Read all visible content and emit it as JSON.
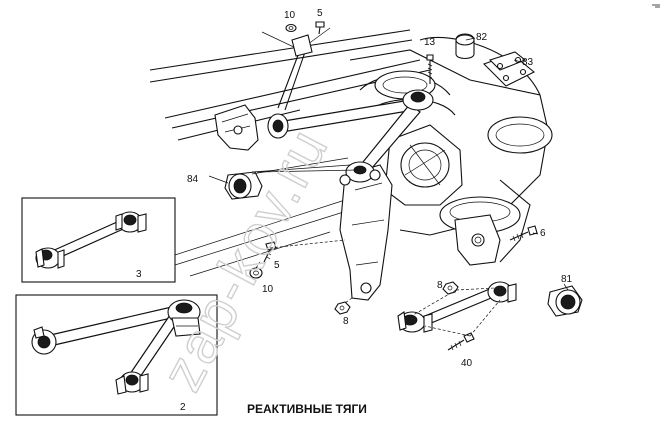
{
  "title": "РЕАКТИВНЫЕ ТЯГИ",
  "watermark": "zap-kov.ru",
  "callouts": {
    "c10_top": "10",
    "c5_top": "5",
    "c13": "13",
    "c82": "82",
    "c83": "83",
    "c84": "84",
    "c6": "6",
    "c5_mid": "5",
    "c10_mid": "10",
    "c8_mid": "8",
    "c8_right": "8",
    "c81": "81",
    "c40": "40",
    "box3": "3",
    "box2": "2"
  }
}
